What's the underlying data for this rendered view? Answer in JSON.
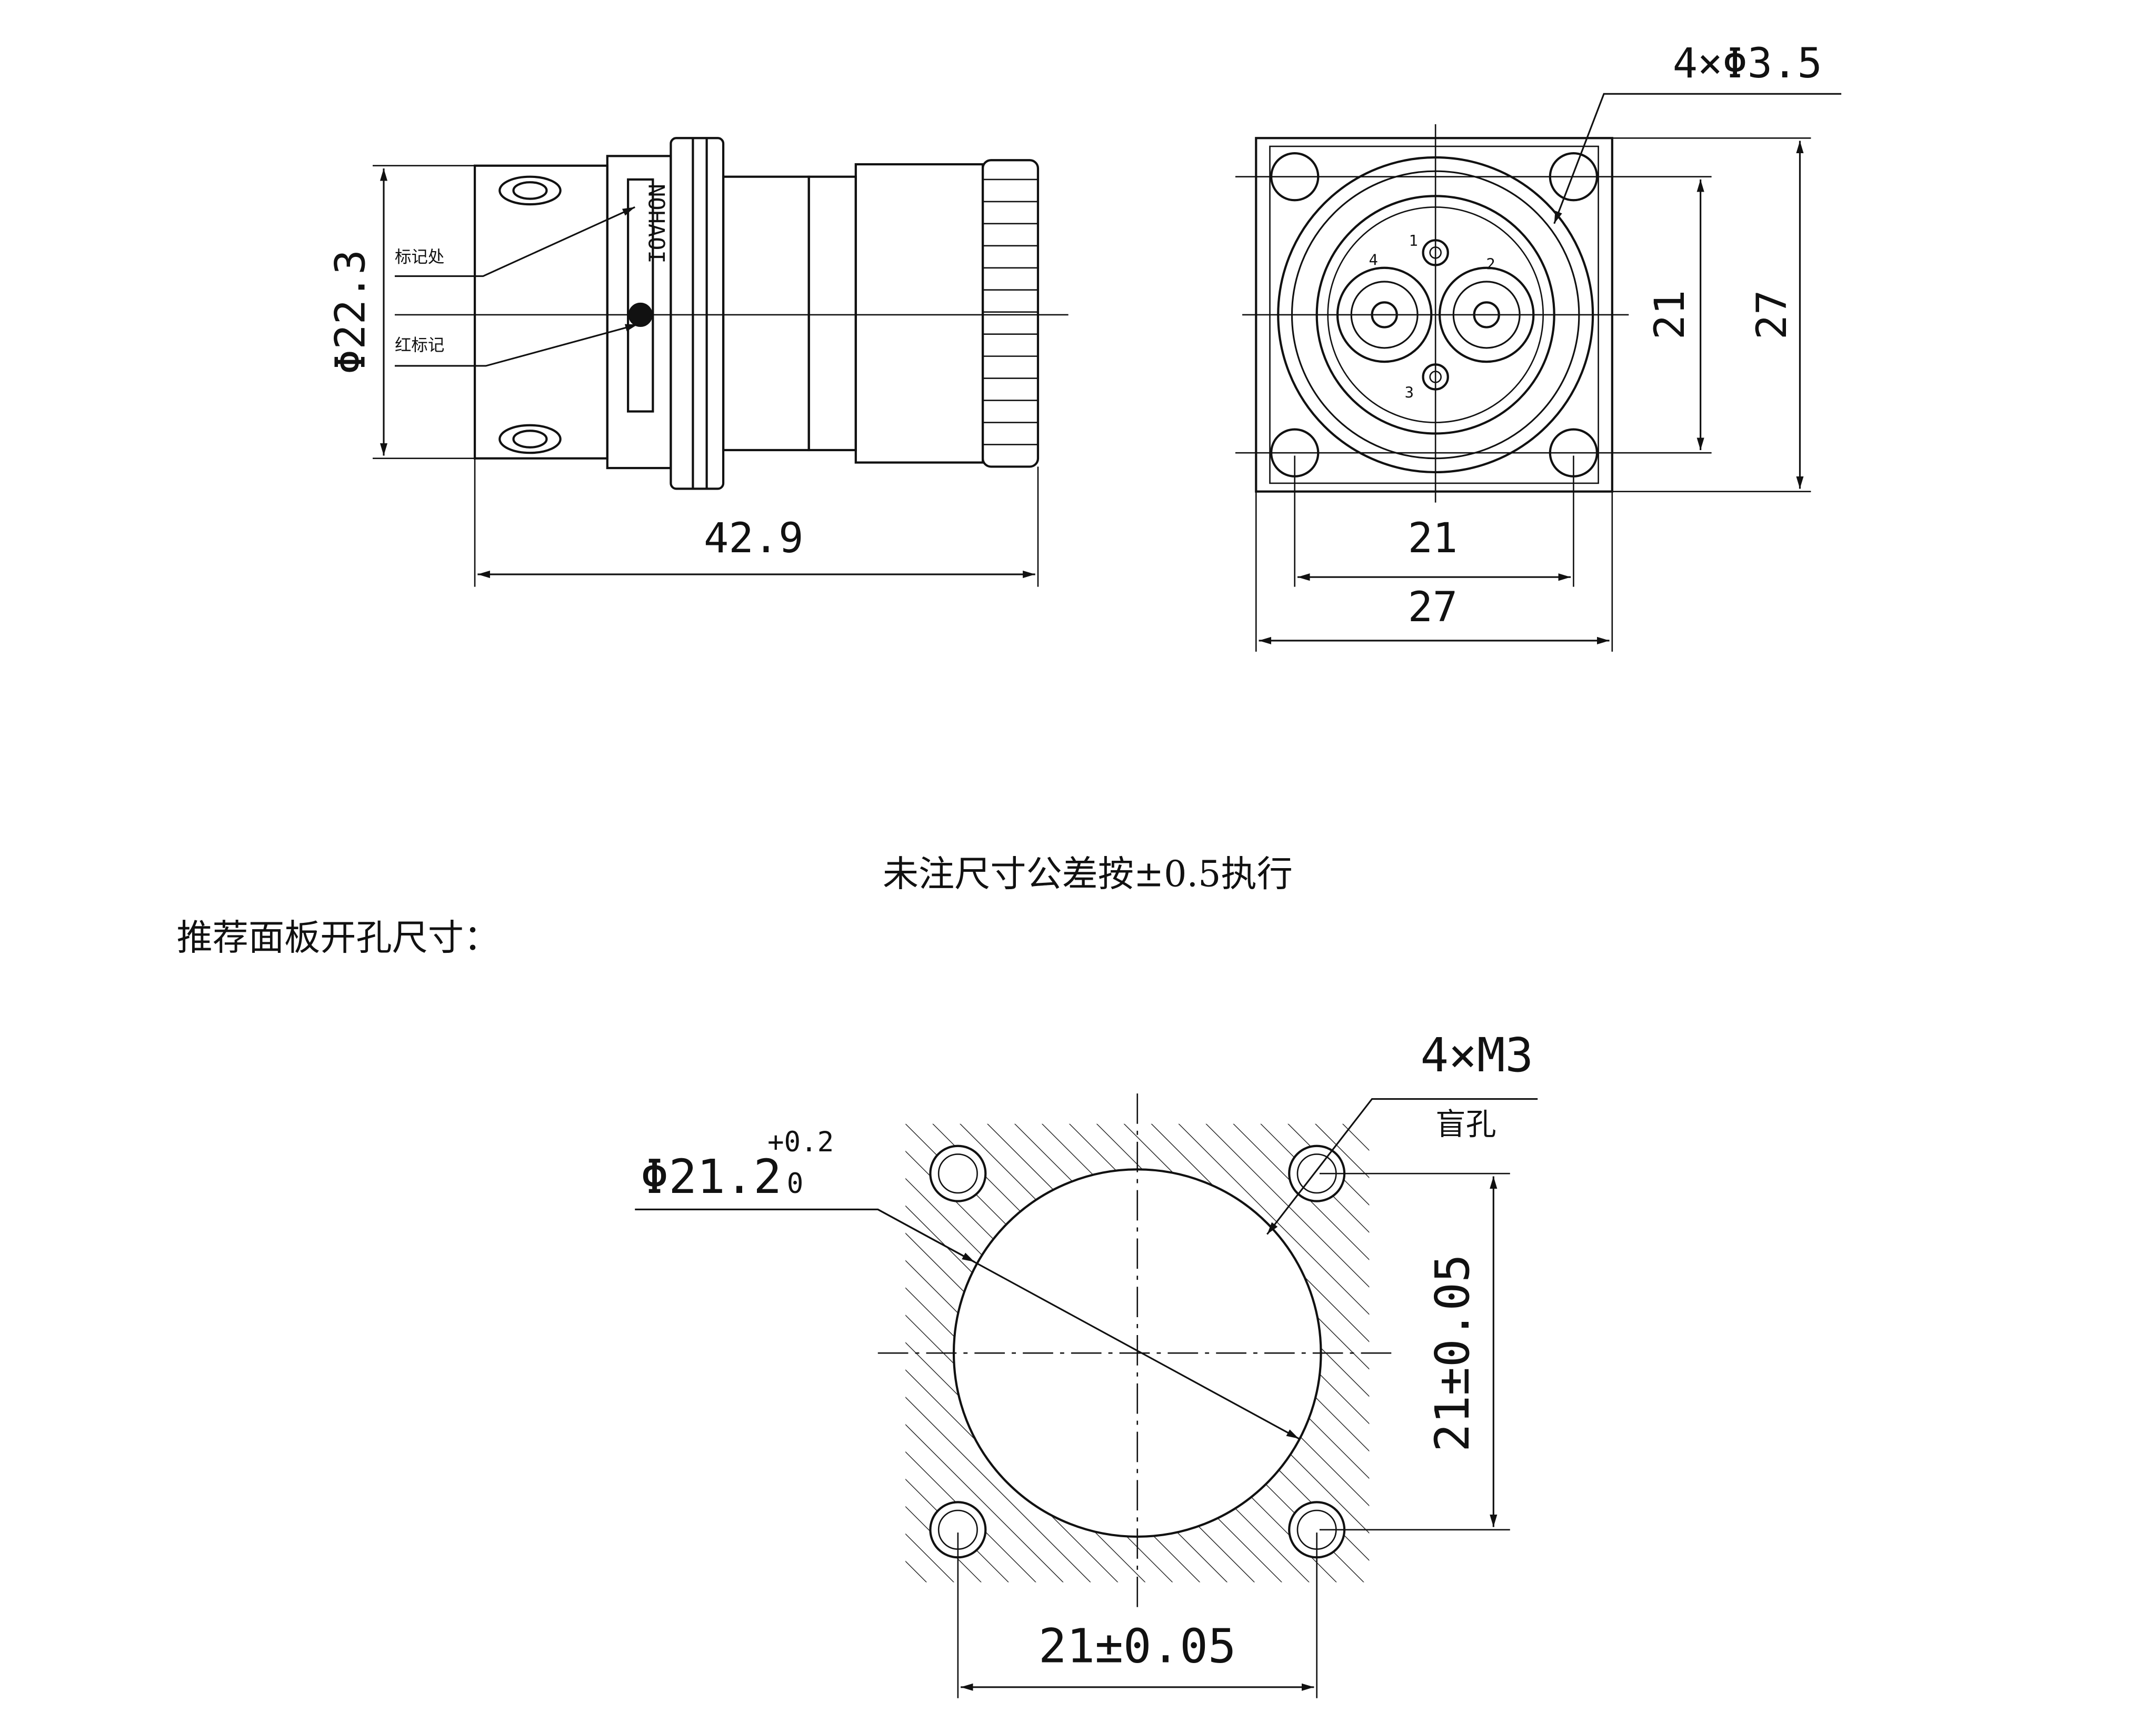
{
  "side_view": {
    "diameter_label": "Φ22.3",
    "length_label": "42.9",
    "callout_mark_position": "标记处",
    "callout_red_mark": "红标记",
    "body_marking": "NOHAOI"
  },
  "front_view": {
    "hole_callout": "4×Φ3.5",
    "pin_labels": [
      "1",
      "2",
      "3",
      "4"
    ],
    "hole_spacing_v": "21",
    "flange_v": "27",
    "hole_spacing_h": "21",
    "flange_h": "27"
  },
  "tolerance_note": "未注尺寸公差按±0.5执行",
  "panel_heading": "推荐面板开孔尺寸：",
  "panel_cutout": {
    "diameter_main": "Φ21.2",
    "diameter_tol_upper": "+0.2",
    "diameter_tol_lower": "0",
    "thread_callout": "4×M3",
    "blind_hole": "盲孔",
    "spacing_v": "21±0.05",
    "spacing_h": "21±0.05"
  },
  "colors": {
    "line": "#111111",
    "background": "#ffffff"
  }
}
